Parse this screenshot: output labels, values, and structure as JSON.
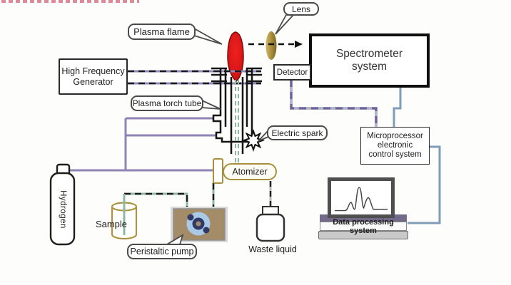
{
  "diagram": {
    "callouts": {
      "plasma_flame": "Plasma flame",
      "lens": "Lens",
      "plasma_torch_tube": "Plasma torch tube",
      "electric_spark": "Electric spark",
      "peristaltic_pump": "Peristaltic pump"
    },
    "boxes": {
      "high_frequency_generator": {
        "line1": "High Frequency",
        "line2": "Generator"
      },
      "spectrometer": {
        "line1": "Spectrometer",
        "line2": "system"
      },
      "detector": "Detector",
      "microprocessor": {
        "line1": "Microprocessor",
        "line2": "electronic",
        "line3": "control system"
      },
      "atomizer": "Atomizer",
      "data_processing_system": "Data processing system"
    },
    "items": {
      "hydrogen": "Hydrogen",
      "sample": "Sample",
      "waste_liquid": "Waste liquid"
    },
    "colors": {
      "purple_line": "#8f84b4",
      "blue_line": "#7f9cb8",
      "green_tube": "#8fb8a2",
      "flame_red": "#d61616",
      "gold_outline": "#ab9340",
      "pump_body": "#a58c68",
      "rotor_blue": "#a9c9e6",
      "rotor_navy": "#2f3a66"
    },
    "icons": {
      "flame": "plasma-flame-shape",
      "lens": "lens-ellipse",
      "spark": "spark-star",
      "spectrum": "spectrum-peak-curve"
    }
  }
}
